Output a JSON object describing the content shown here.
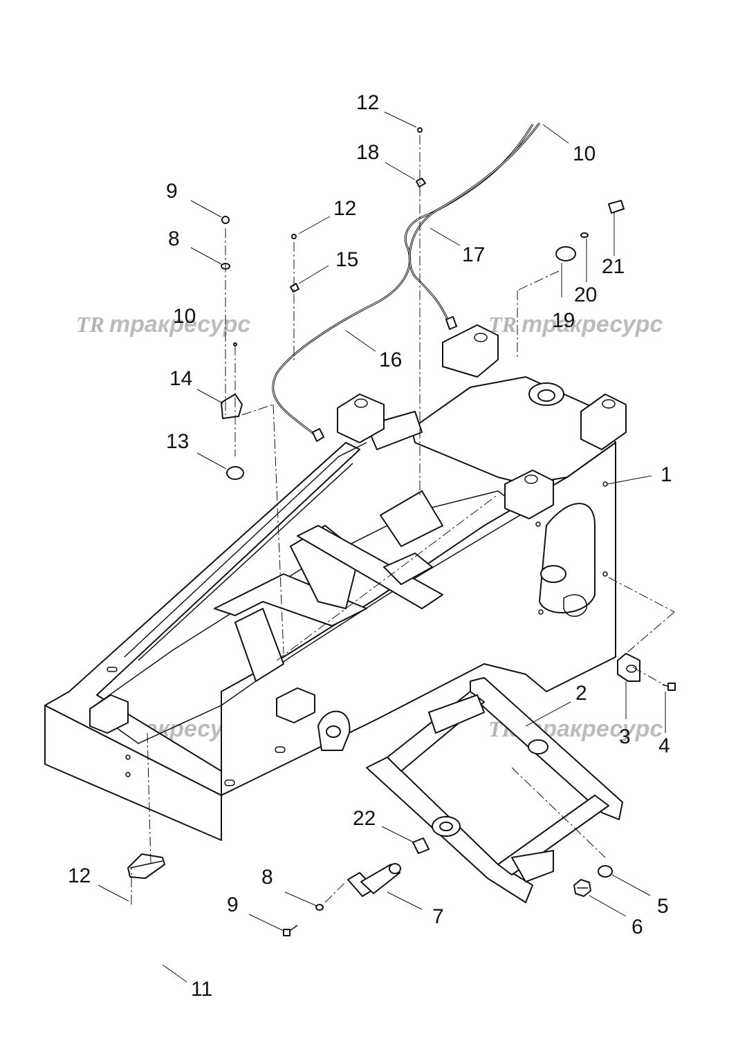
{
  "watermarks": [
    {
      "logo": "TR",
      "text": "тракресурс"
    },
    {
      "logo": "TR",
      "text": "тракресурс"
    },
    {
      "logo": "TR",
      "text": "тракресурс"
    },
    {
      "logo": "TR",
      "text": "тракресурс"
    }
  ],
  "callouts": [
    "1",
    "2",
    "3",
    "4",
    "5",
    "6",
    "7",
    "8",
    "8",
    "9",
    "9",
    "10",
    "10",
    "11",
    "12",
    "12",
    "12",
    "13",
    "14",
    "15",
    "16",
    "17",
    "18",
    "19",
    "20",
    "21",
    "22"
  ]
}
